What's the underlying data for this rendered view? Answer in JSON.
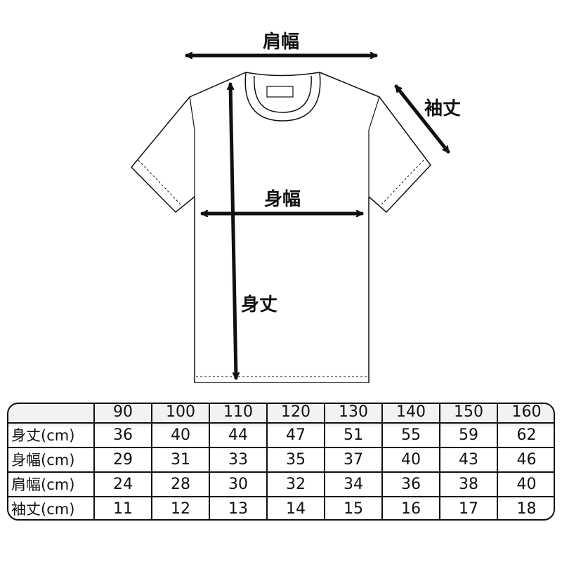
{
  "labels": {
    "shoulder_width": "肩幅",
    "sleeve_length": "袖丈",
    "body_width": "身幅",
    "body_length": "身丈"
  },
  "table": {
    "corner": "",
    "sizes": [
      "90",
      "100",
      "110",
      "120",
      "130",
      "140",
      "150",
      "160"
    ],
    "rows": [
      {
        "label": "身丈(cm)",
        "values": [
          "36",
          "40",
          "44",
          "47",
          "51",
          "55",
          "59",
          "62"
        ]
      },
      {
        "label": "身幅(cm)",
        "values": [
          "29",
          "31",
          "33",
          "35",
          "37",
          "40",
          "43",
          "46"
        ]
      },
      {
        "label": "肩幅(cm)",
        "values": [
          "24",
          "28",
          "30",
          "32",
          "34",
          "36",
          "38",
          "40"
        ]
      },
      {
        "label": "袖丈(cm)",
        "values": [
          "11",
          "12",
          "13",
          "14",
          "15",
          "16",
          "17",
          "18"
        ]
      }
    ],
    "header_fill": "#f2f2f2"
  }
}
